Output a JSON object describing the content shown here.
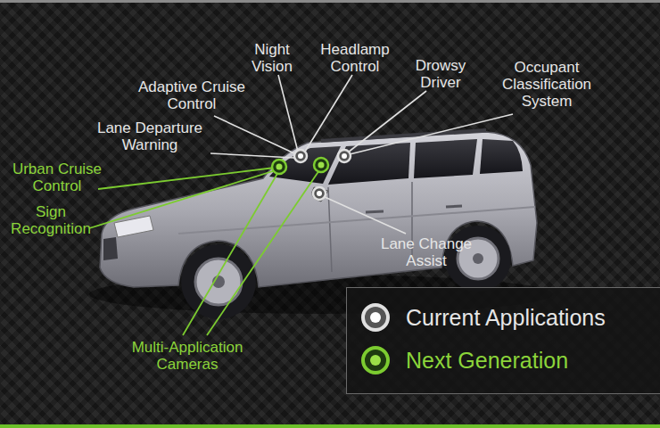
{
  "diagram": {
    "labels": [
      "Night Vision",
      "Headlamp Control",
      "Drowsy Driver",
      "Occupant Classification System",
      "Adaptive Cruise Control",
      "Lane Departure Warning",
      "Urban Cruise Control",
      "Sign Recognition",
      "Lane Change Assist",
      "Multi-Application Cameras"
    ],
    "legend": [
      {
        "text": "Current Applications"
      },
      {
        "text": "Next Generation"
      }
    ]
  }
}
